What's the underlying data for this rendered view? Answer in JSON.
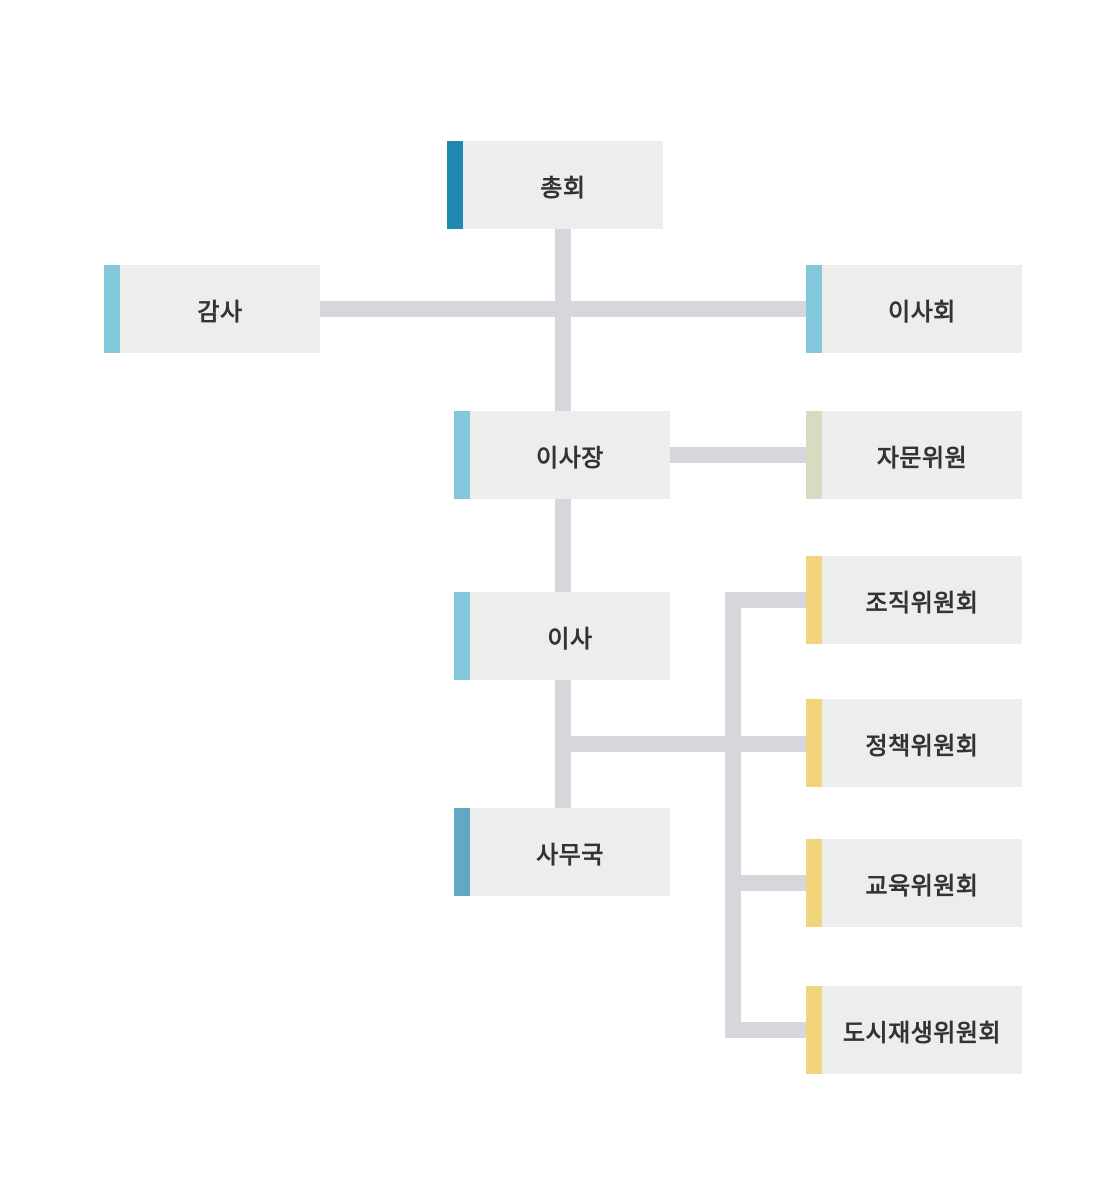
{
  "nodes": {
    "general_assembly": "총회",
    "auditor": "감사",
    "board": "이사회",
    "chairman": "이사장",
    "advisors": "자문위원",
    "director": "이사",
    "secretariat": "사무국",
    "committee_organization": "조직위원회",
    "committee_policy": "정책위원회",
    "committee_education": "교육위원회",
    "committee_urban_regeneration": "도시재생위원회"
  },
  "colors": {
    "connector": "#d6d7dc",
    "box": "#ededed",
    "text": "#333333",
    "accent_top": "#2189b0",
    "accent_primary": "#82c8da",
    "accent_advisor": "#d7dcc0",
    "accent_secretariat": "#62a8c4",
    "accent_committee": "#f2d47c"
  }
}
